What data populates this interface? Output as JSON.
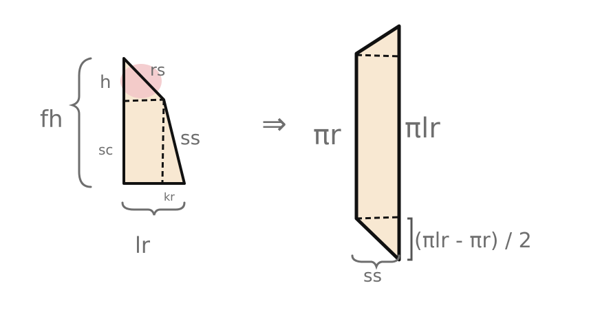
{
  "colors": {
    "fill": "#f8e8d2",
    "pink": "#f2c6c8",
    "ink": "#111111",
    "pencil": "#6e6e6e"
  },
  "left_figure": {
    "height_label": "fh",
    "upper_height_label": "h",
    "lower_height_label": "sc",
    "top_slant_label": "rs",
    "lower_slant_label": "ss",
    "bottom_right_label": "kr",
    "bottom_width_label": "lr"
  },
  "arrow_label": "⇒",
  "right_figure": {
    "left_side_label": "πr",
    "right_side_label": "πlr",
    "bottom_height_label": "(πlr - πr) / 2",
    "bottom_base_label": "ss"
  }
}
